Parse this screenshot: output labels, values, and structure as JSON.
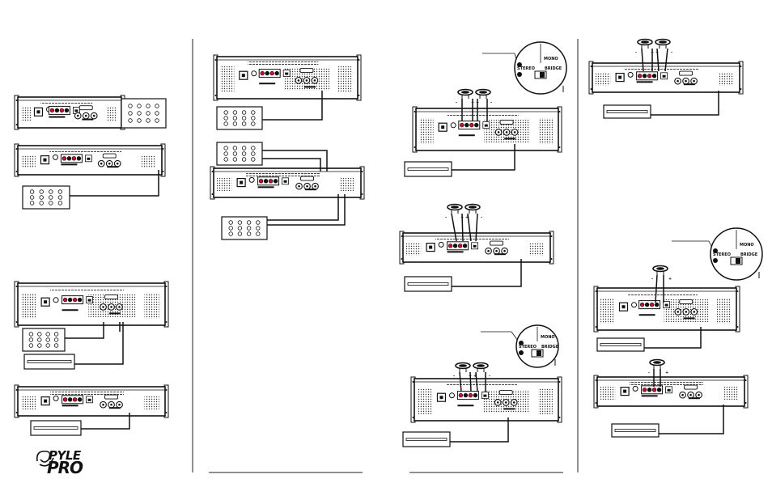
{
  "brand": {
    "line1": "PYLE",
    "line2": "PRO"
  },
  "switch_labels": {
    "mono": "MONO",
    "stereo": "STEREO",
    "bridge": "BRIDGE"
  },
  "speaker_polarity": {
    "neg": "-",
    "pos": "+"
  },
  "colors": {
    "ink": "#111111",
    "panel": "#ffffff",
    "red_terminal": "#c8102e"
  },
  "icons": [
    "pyle-pro-logo",
    "amplifier-rear-panel",
    "mixer",
    "cd-player",
    "speaker",
    "mode-switch-callout"
  ]
}
